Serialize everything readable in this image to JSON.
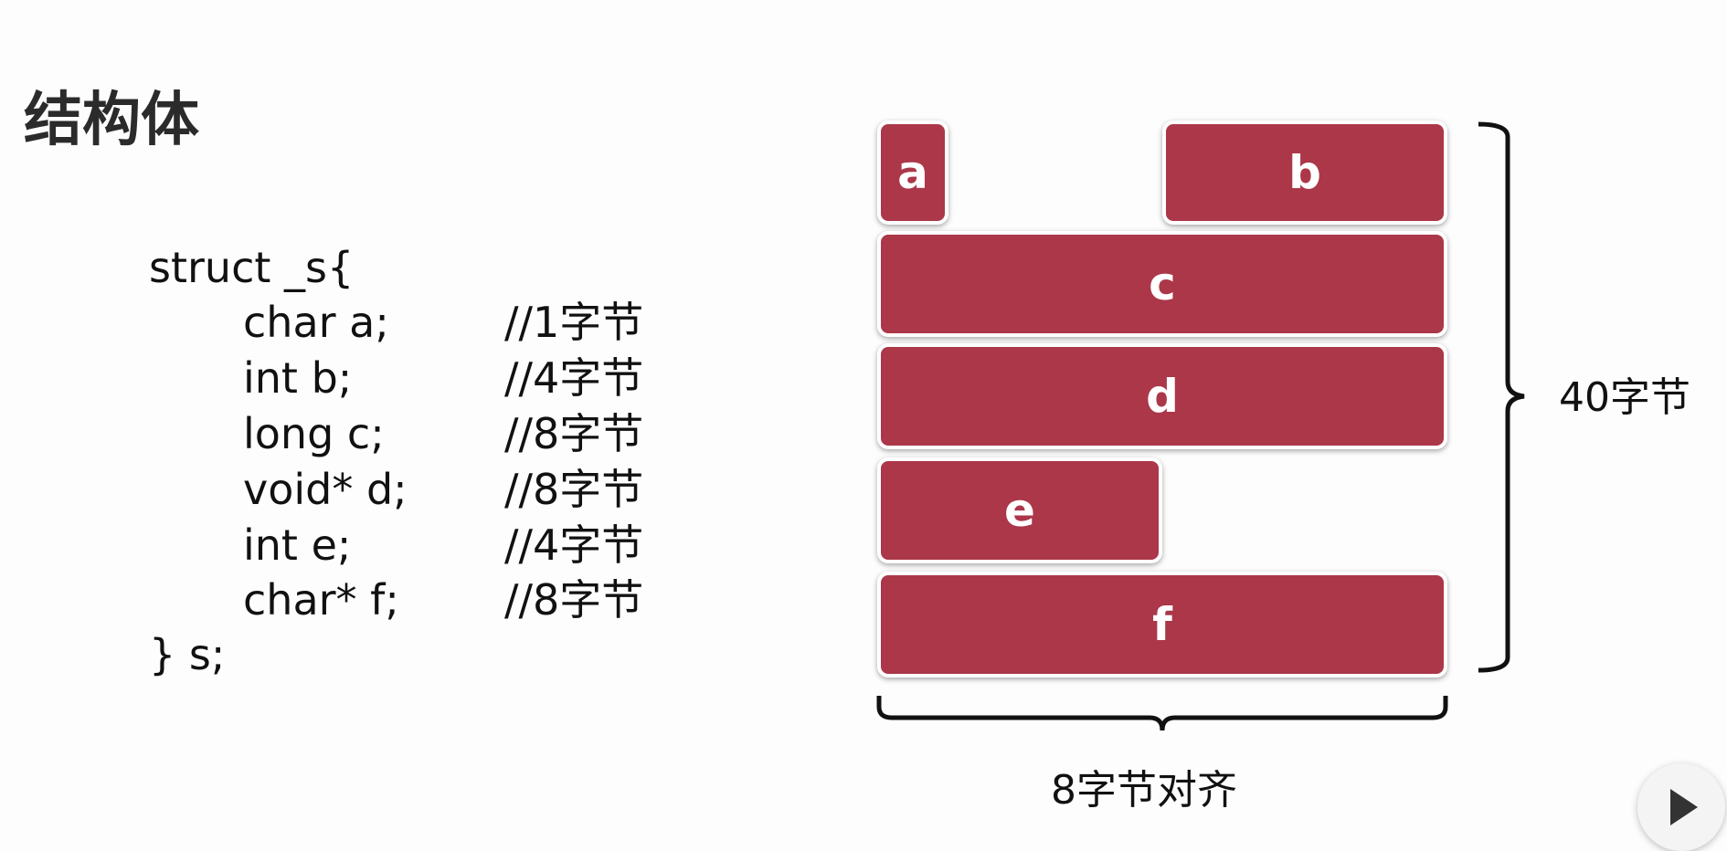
{
  "title": "结构体",
  "code": {
    "open": "struct _s{",
    "fields": [
      {
        "decl": "char a;",
        "comment": "//1字节"
      },
      {
        "decl": "int b;",
        "comment": "//4字节"
      },
      {
        "decl": "long c;",
        "comment": "//8字节"
      },
      {
        "decl": "void* d;",
        "comment": "//8字节"
      },
      {
        "decl": "int e;",
        "comment": "//4字节"
      },
      {
        "decl": "char* f;",
        "comment": "//8字节"
      }
    ],
    "close": "} s;"
  },
  "diagram": {
    "blocks": [
      "a",
      "b",
      "c",
      "d",
      "e",
      "f"
    ],
    "block_color": "#ab3749",
    "total_label": "40字节",
    "align_label": "8字节对齐"
  },
  "player": {
    "icon": "play-icon"
  }
}
